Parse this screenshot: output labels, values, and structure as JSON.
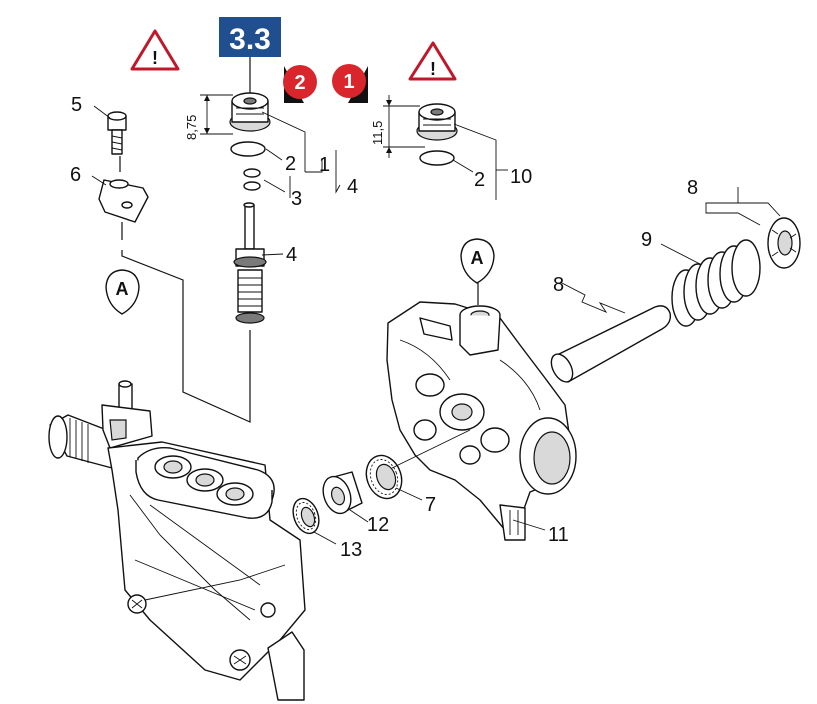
{
  "section_badge": {
    "text": "3.3",
    "color": "#1f4f8f"
  },
  "warning_icons": [
    {
      "icon": "warning-triangle-icon",
      "text": "!"
    },
    {
      "icon": "warning-triangle-icon",
      "text": "!"
    }
  ],
  "step_markers": [
    {
      "text": "2",
      "color": "#d8262c"
    },
    {
      "text": "1",
      "color": "#d8262c"
    }
  ],
  "dimensions": {
    "left_valve": "8,75",
    "right_valve": "11,5"
  },
  "reference_marks": {
    "letter": "A"
  },
  "part_labels": {
    "p1": "1",
    "p2a": "2",
    "p2b": "2",
    "p3": "3",
    "p4a": "4",
    "p4b": "4",
    "p5": "5",
    "p6": "6",
    "p7": "7",
    "p8a": "8",
    "p8b": "8",
    "p9": "9",
    "p10": "10",
    "p11": "11",
    "p12": "12",
    "p13": "13"
  }
}
